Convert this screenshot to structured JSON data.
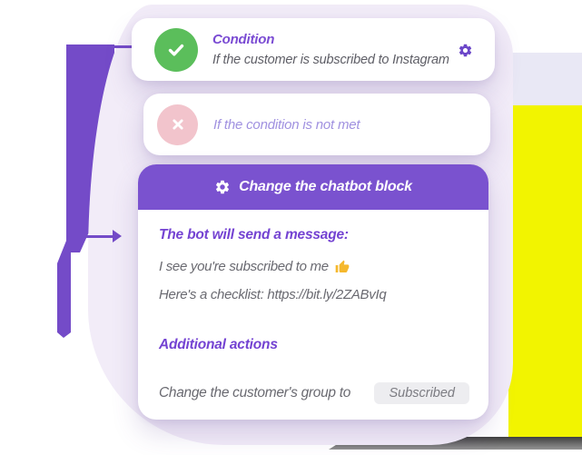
{
  "condition_card": {
    "title": "Condition",
    "description": "If the customer is subscribed to Instagram"
  },
  "else_card": {
    "text": "If the condition is not met"
  },
  "chatbot_card": {
    "header": "Change the chatbot block",
    "message_heading": "The bot will send a message:",
    "messages": [
      {
        "text": "I see you're subscribed to me",
        "emoji": "thumbs-up"
      },
      {
        "text": "Here's a checklist: https://bit.ly/2ZABvIq"
      }
    ],
    "actions_heading": "Additional actions",
    "action_row": {
      "label": "Change the customer's group to",
      "value": "Subscribed"
    }
  },
  "colors": {
    "accent_purple": "#7A4BD3",
    "deep_purple": "#744BC8",
    "header_purple": "#7A52CF",
    "success_green": "#5BBE5B",
    "error_pink": "#F2C4CC",
    "lavender": "#F2ECF8",
    "pale_band": "#E9E8F5",
    "yellow": "#F2F400",
    "text_gray": "#5E5E66",
    "light_purple_text": "#A091E0"
  }
}
